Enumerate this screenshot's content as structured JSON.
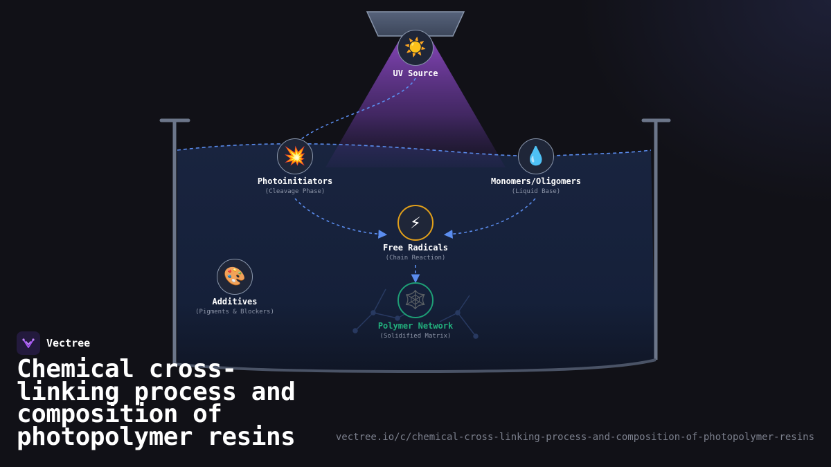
{
  "brand": {
    "name": "Vectree",
    "logo_icon": "vectree-logo-icon",
    "accent": "#a855f7"
  },
  "title": "Chemical cross-linking process and composition of photopolymer resins",
  "url": "vectree.io/c/chemical-cross-linking-process-and-composition-of-photopolymer-resins",
  "diagram": {
    "nodes": {
      "uv_source": {
        "icon": "☀️",
        "icon_name": "sun-icon",
        "label": "UV Source",
        "sub": ""
      },
      "photoinitiators": {
        "icon": "💥",
        "icon_name": "burst-icon",
        "label": "Photoinitiators",
        "sub": "(Cleavage Phase)"
      },
      "monomers": {
        "icon": "💧",
        "icon_name": "droplet-icon",
        "label": "Monomers/Oligomers",
        "sub": "(Liquid Base)"
      },
      "free_radicals": {
        "icon": "⚡",
        "icon_name": "lightning-icon",
        "label": "Free Radicals",
        "sub": "(Chain Reaction)"
      },
      "additives": {
        "icon": "🎨",
        "icon_name": "palette-icon",
        "label": "Additives",
        "sub": "(Pigments & Blockers)"
      },
      "polymer_network": {
        "icon": "🕸️",
        "icon_name": "web-icon",
        "label": "Polymer Network",
        "sub": "(Solidified Matrix)"
      }
    },
    "colors": {
      "uv_beam": "#8e44c9",
      "connector": "#5b8def",
      "vat_liquid": "#16213c",
      "free_radicals_ring": "#e2a01a",
      "polymer_ring": "#1fa67a"
    }
  }
}
